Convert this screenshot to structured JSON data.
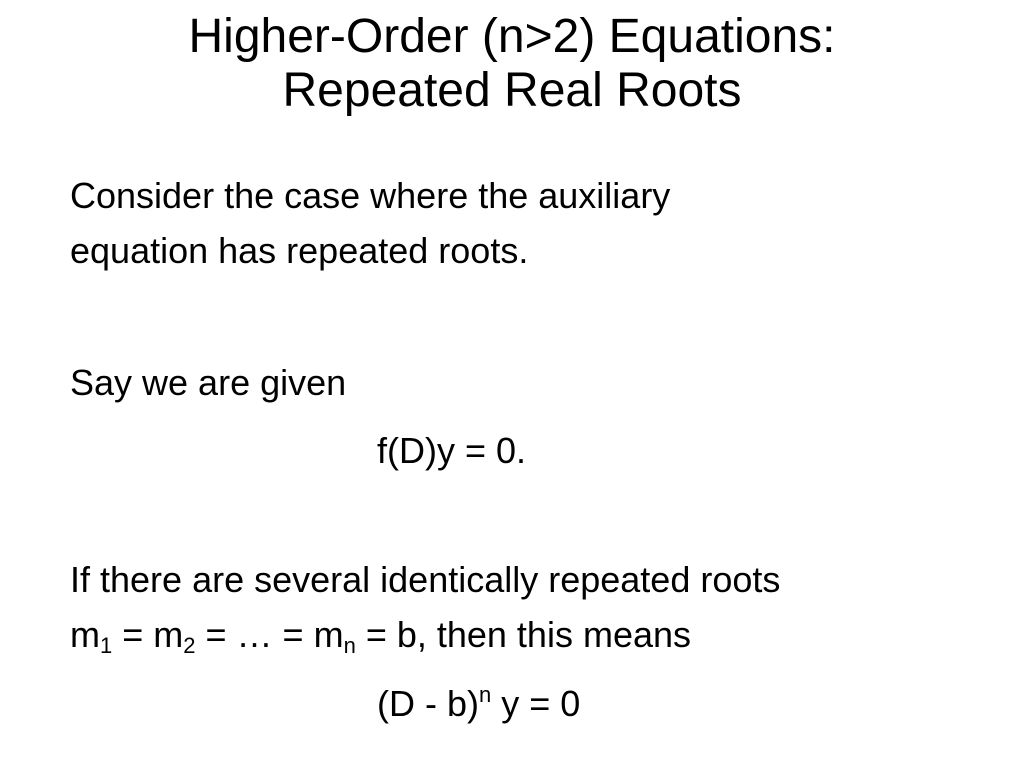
{
  "title": {
    "line1": "Higher-Order (n>2) Equations:",
    "line2": "Repeated Real Roots"
  },
  "body": {
    "para1_line1": "Consider the case where the auxiliary",
    "para1_line2": "equation has repeated roots.",
    "para2": "Say we are given",
    "equation1": "f(D)y = 0.",
    "para3_line1": "If there are several identically repeated roots",
    "para3_line2": {
      "m": "m",
      "sub1": "1",
      "eq1": " = m",
      "sub2": "2",
      "eq2": " = … = m",
      "subn": "n",
      "rest": " = b, then this means"
    },
    "equation2": {
      "base": "(D - b)",
      "exp": "n",
      "rest": " y = 0"
    }
  }
}
